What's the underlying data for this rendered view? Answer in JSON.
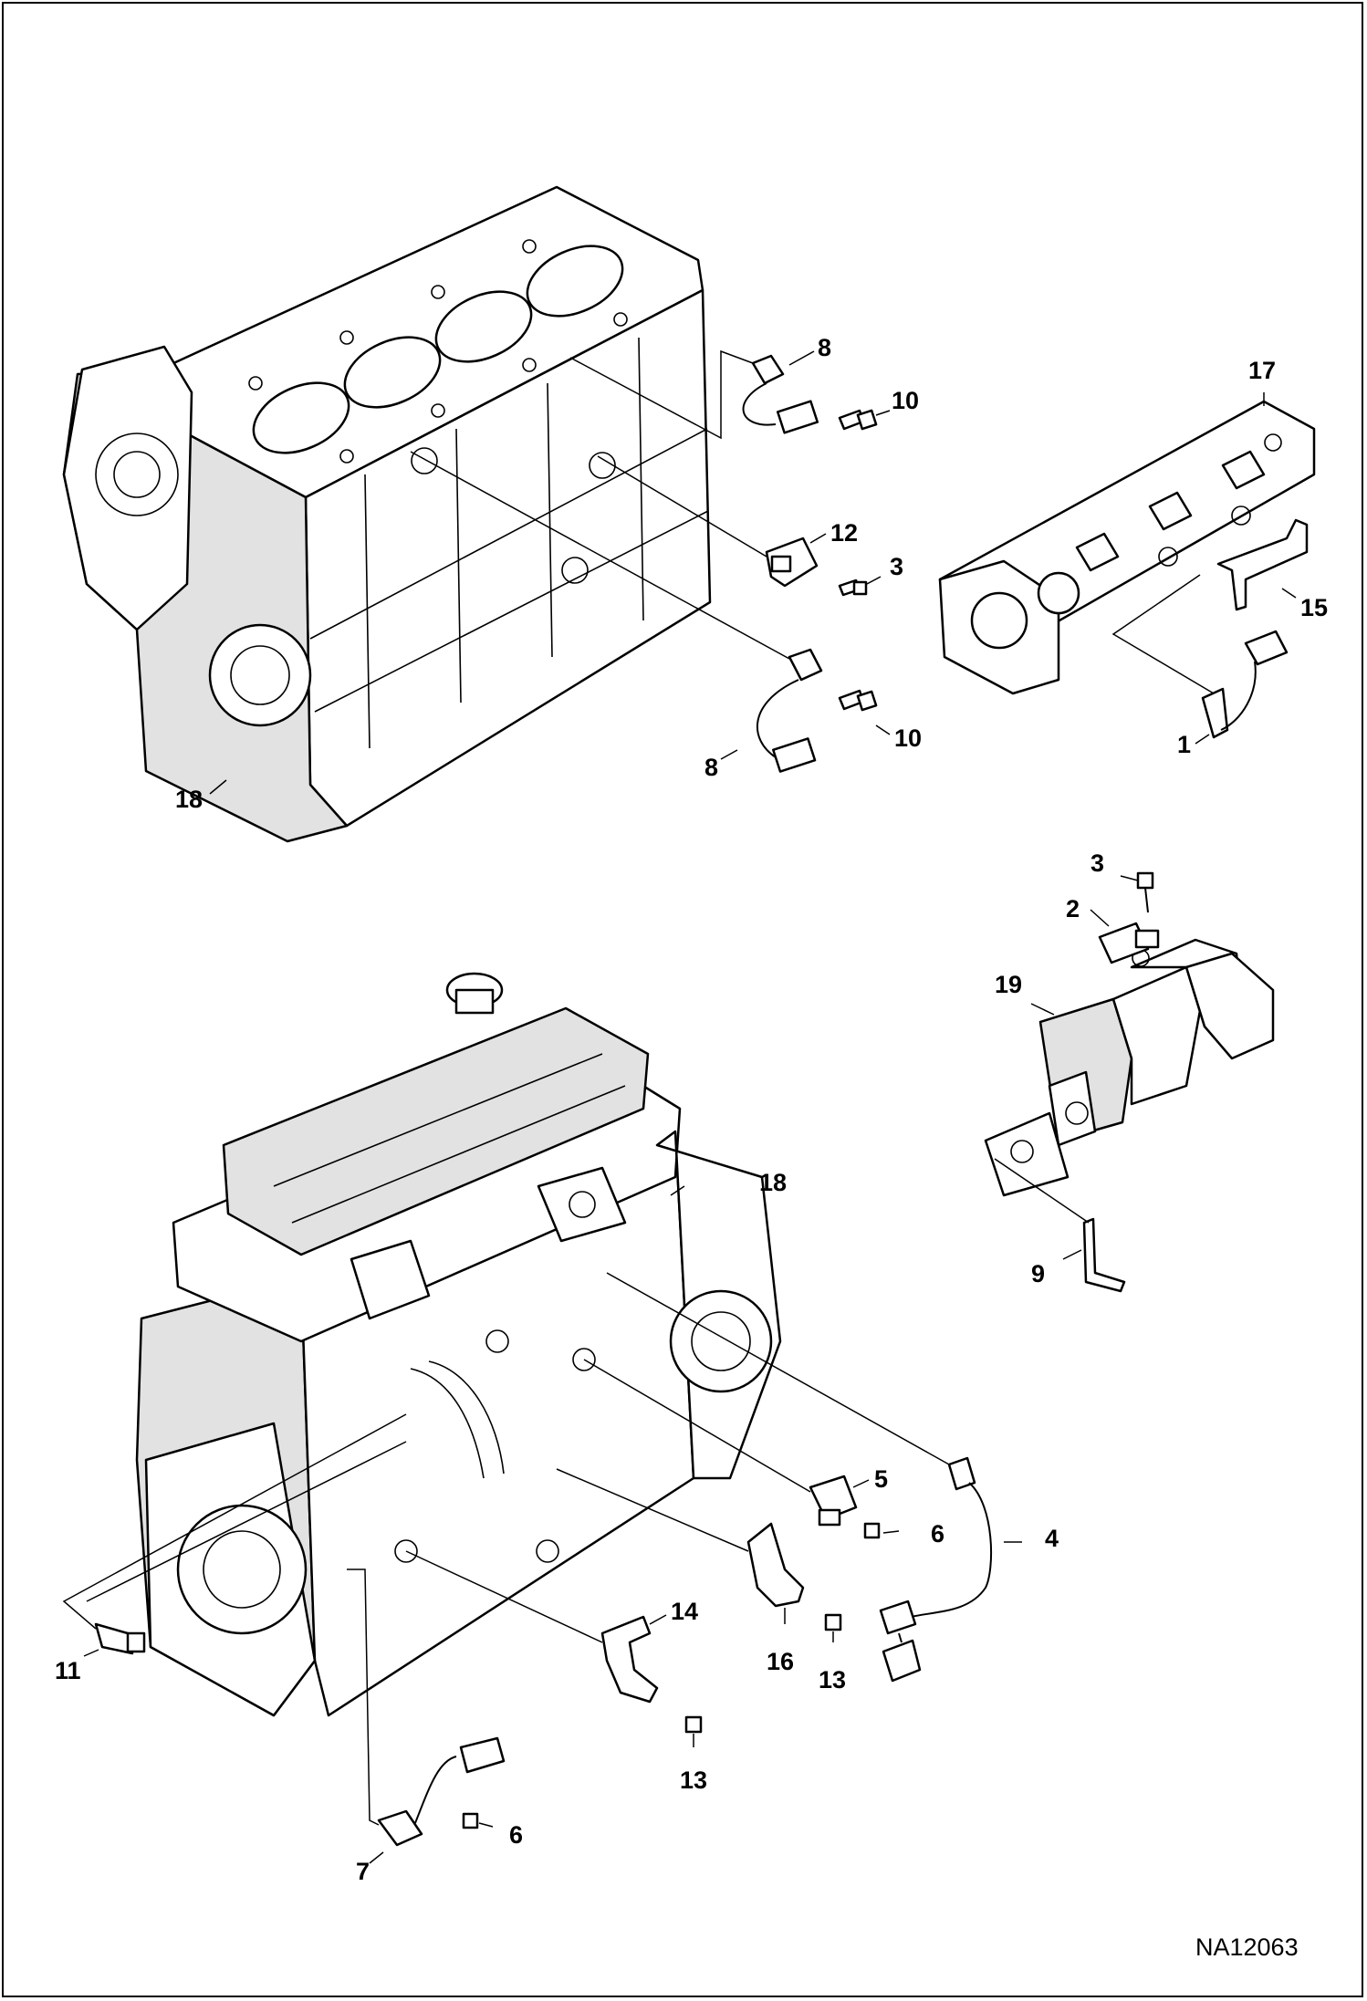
{
  "figure_id": "NA12063",
  "callouts": {
    "c1": "1",
    "c2": "2",
    "c3a": "3",
    "c3b": "3",
    "c4": "4",
    "c5": "5",
    "c6a": "6",
    "c6b": "6",
    "c7": "7",
    "c8a": "8",
    "c8b": "8",
    "c9": "9",
    "c10a": "10",
    "c10b": "10",
    "c11": "11",
    "c12": "12",
    "c13a": "13",
    "c13b": "13",
    "c14": "14",
    "c15": "15",
    "c16": "16",
    "c17": "17",
    "c18a": "18",
    "c18b": "18",
    "c19": "19"
  }
}
